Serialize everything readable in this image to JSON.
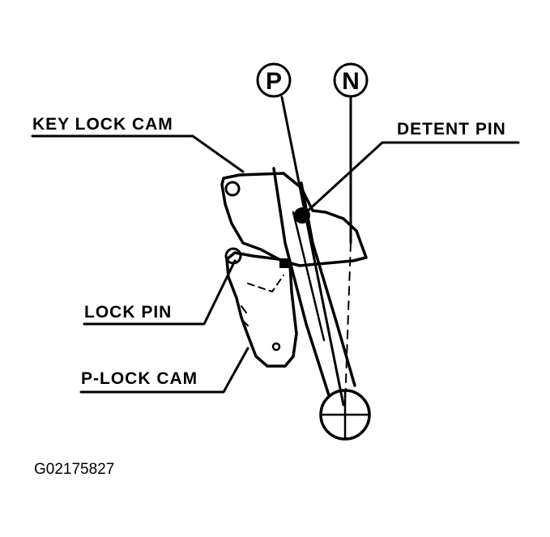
{
  "diagram": {
    "labels": {
      "key_lock_cam": "KEY LOCK CAM",
      "detent_pin": "DETENT PIN",
      "lock_pin": "LOCK PIN",
      "p_lock_cam": "P-LOCK CAM"
    },
    "positions": {
      "park": "P",
      "neutral": "N"
    },
    "figure_id": "G02175827"
  },
  "colors": {
    "ink": "#000000",
    "background": "#ffffff"
  }
}
